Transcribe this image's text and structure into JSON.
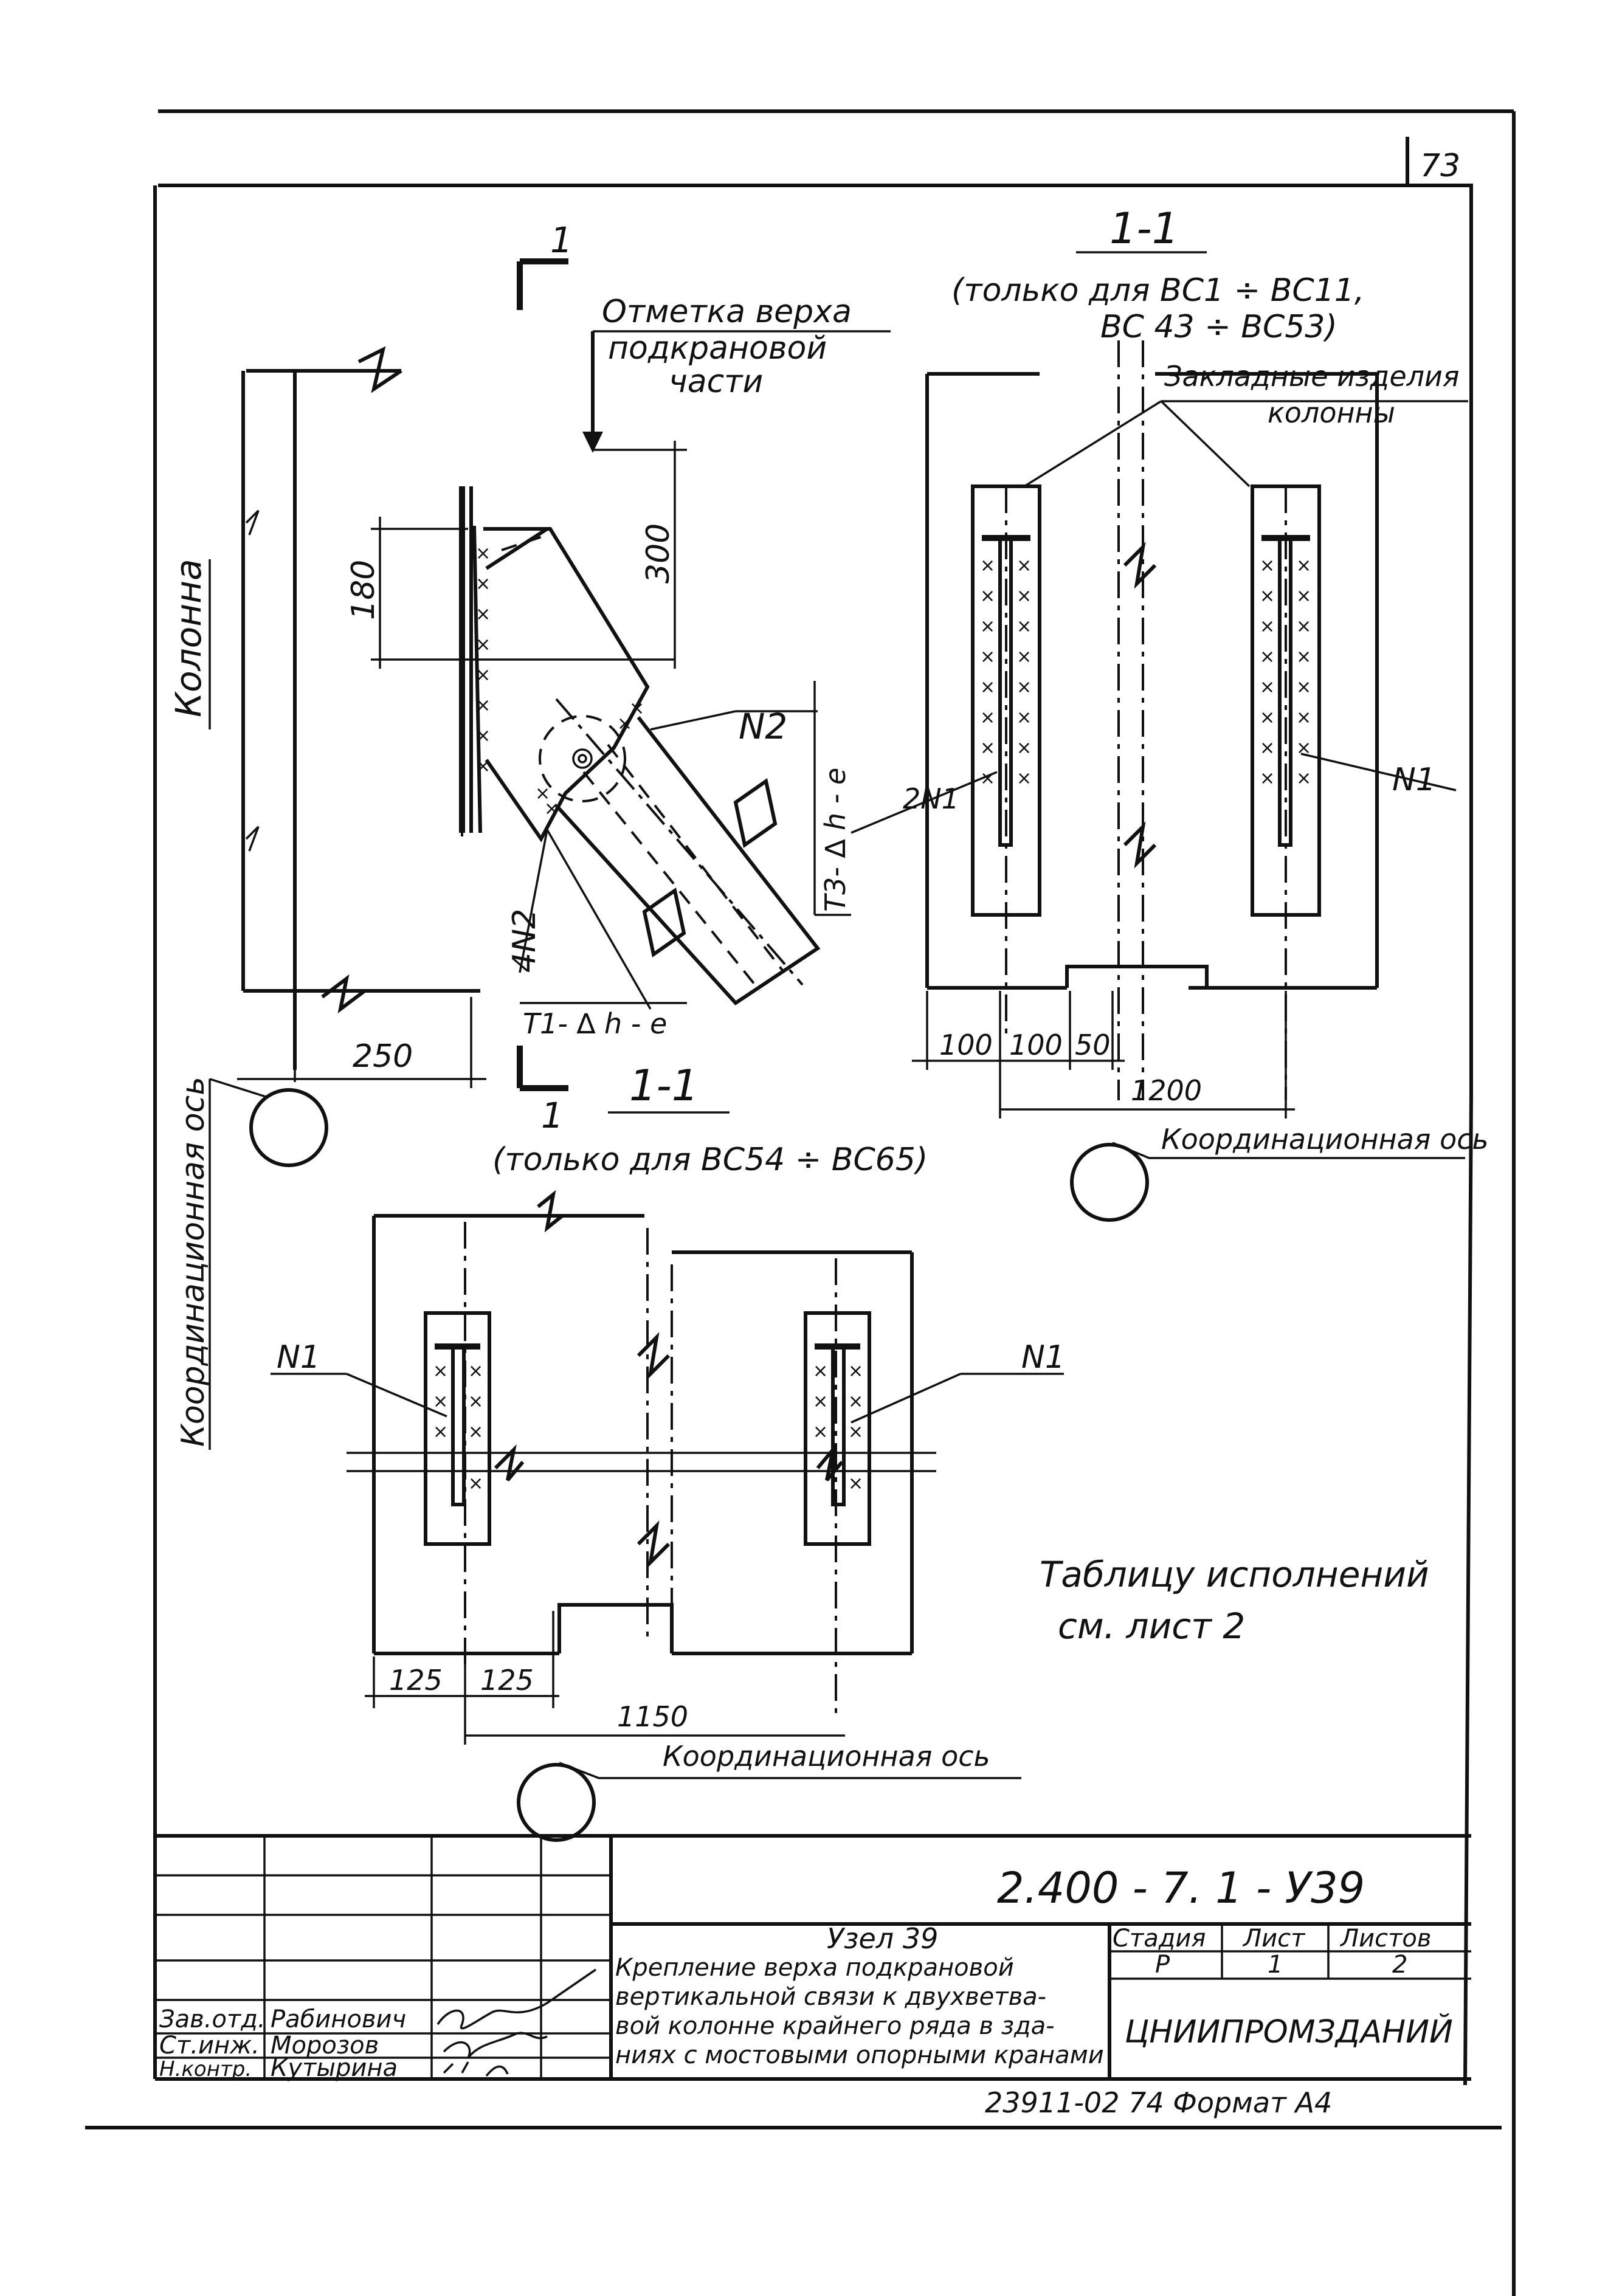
{
  "sheet_number": "73",
  "top_view": {
    "section_mark": "1",
    "top_label": "Отметка верха подкрановой части",
    "column_label": "Колонна",
    "dim_180": "180",
    "dim_300": "300",
    "dim_250": "250",
    "part_n2": "N2",
    "part_4n2": "4N2",
    "weld_t3": "Т3- ∆ h - e",
    "weld_t1": "Т1- ∆ h - e",
    "axis_label": "Координационная ось"
  },
  "section_right": {
    "title": "1-1",
    "note": "(только для ВС1 ÷ ВС11, ВС 43 ÷ ВС53)",
    "embedded_label": "Закладные изделия колонны",
    "part_2n1": "2N1",
    "part_n1": "N1",
    "dim_100a": "100",
    "dim_100b": "100",
    "dim_50": "50",
    "dim_1200": "1200",
    "axis_label": "Координационная ось"
  },
  "section_bottom": {
    "title": "1-1",
    "note": "(только для ВС54 ÷ ВС65)",
    "part_n1_left": "N1",
    "part_n1_right": "N1",
    "dim_125a": "125",
    "dim_125b": "125",
    "dim_1150": "1150",
    "axis_label": "Координационная ось"
  },
  "table_note": "Таблицу исполнений см. лист 2",
  "title_block": {
    "doc_code": "2.400 - 7. 1 - У39",
    "node_title": "Узел 39",
    "description": "Крепление верха подкрановой вертикальной связи к двухветвевой колонне крайнего ряда в зданиях с мостовыми опорными кранами",
    "stage_header": "Стадия",
    "sheet_header": "Лист",
    "sheets_header": "Листов",
    "stage_value": "Р",
    "sheet_value": "1",
    "sheets_value": "2",
    "organization": "ЦНИИПРОМЗДАНИЙ",
    "signatures": [
      {
        "role": "Зав.отд.",
        "name": "Рабинович"
      },
      {
        "role": "Ст.инж.",
        "name": "Морозов"
      },
      {
        "role": "Н.контр.",
        "name": "Кутырина"
      }
    ]
  },
  "footer": "23911-02 74 Формат А4"
}
